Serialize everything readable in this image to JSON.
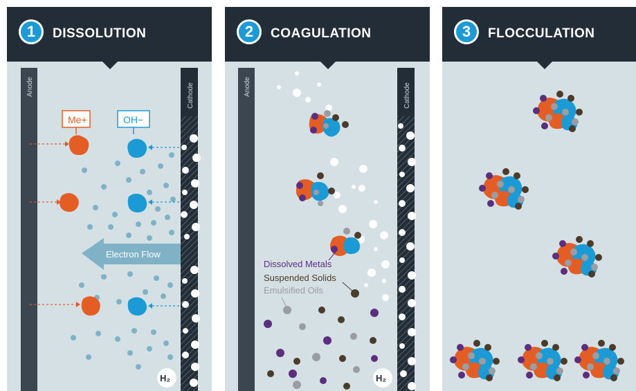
{
  "panels": [
    {
      "number": "1",
      "title": "DISSOLUTION"
    },
    {
      "number": "2",
      "title": "COAGULATION"
    },
    {
      "number": "3",
      "title": "FLOCCULATION"
    }
  ],
  "labels": {
    "anode": "Anode",
    "cathode": "Cathode",
    "metal_ion": "Me+",
    "hydroxide_ion": "OH−",
    "electron_flow": "Electron Flow",
    "hydrogen": "H₂"
  },
  "legend": [
    {
      "label": "Dissolved Metals",
      "color": "#5b2e7e"
    },
    {
      "label": "Suspended Solids",
      "color": "#4a3b2a"
    },
    {
      "label": "Emulsified Oils",
      "color": "#9a9ea3"
    }
  ],
  "colors": {
    "header": "#232d38",
    "panel_bg": "#d5e0e5",
    "accent_blue": "#1c9ad6",
    "metal_orange": "#e35d25",
    "electrode": "#3c4650"
  }
}
